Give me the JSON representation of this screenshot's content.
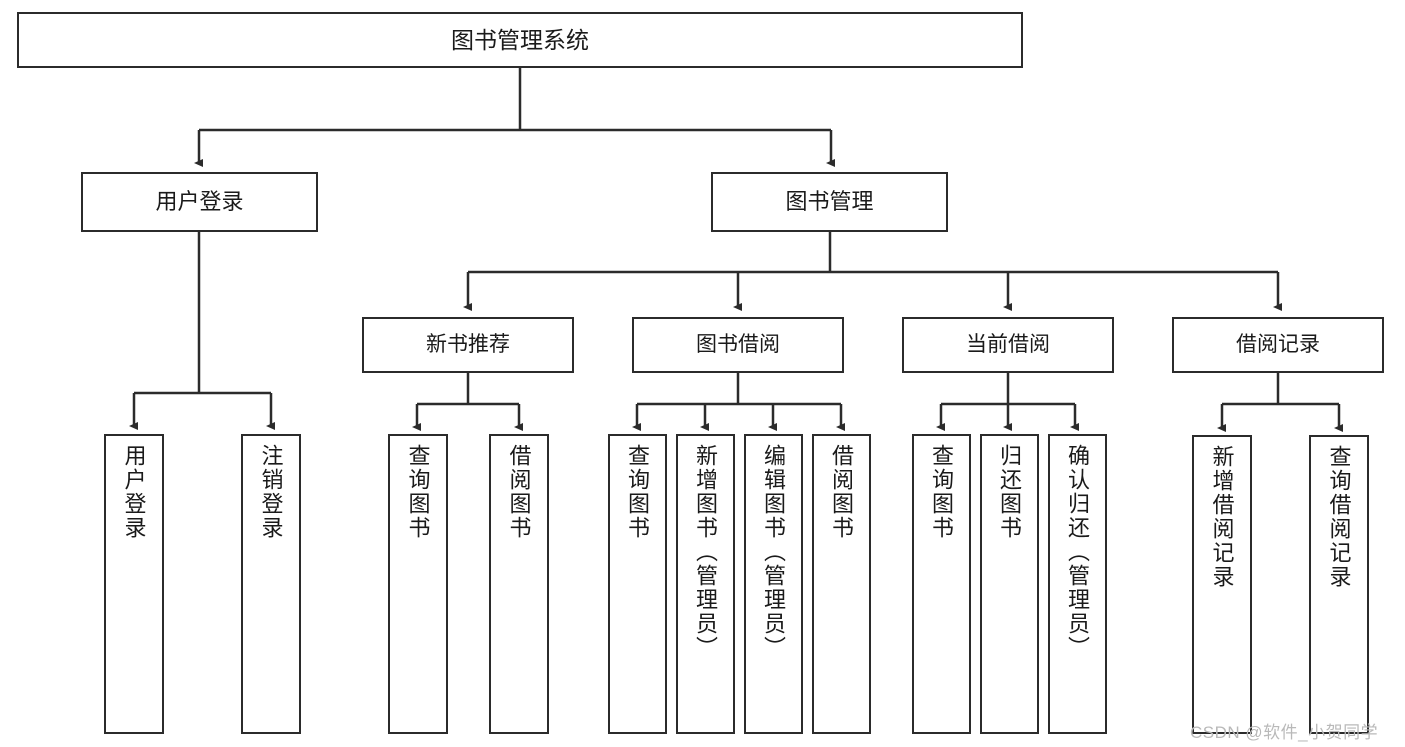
{
  "diagram": {
    "title": "图书管理系统",
    "type": "tree-hierarchy",
    "root": {
      "label": "图书管理系统"
    },
    "level1": [
      {
        "label": "用户登录"
      },
      {
        "label": "图书管理"
      }
    ],
    "level2": [
      {
        "label": "新书推荐"
      },
      {
        "label": "图书借阅"
      },
      {
        "label": "当前借阅"
      },
      {
        "label": "借阅记录"
      }
    ],
    "leaves": {
      "user_login": [
        {
          "label": "用户登录"
        },
        {
          "label": "注销登录"
        }
      ],
      "new_book_recommend": [
        {
          "label": "查询图书"
        },
        {
          "label": "借阅图书"
        }
      ],
      "book_borrow": [
        {
          "label": "查询图书"
        },
        {
          "label": "新增图书（管理员）"
        },
        {
          "label": "编辑图书（管理员）"
        },
        {
          "label": "借阅图书"
        }
      ],
      "current_borrow": [
        {
          "label": "查询图书"
        },
        {
          "label": "归还图书"
        },
        {
          "label": "确认归还（管理员）"
        }
      ],
      "borrow_record": [
        {
          "label": "新增借阅记录"
        },
        {
          "label": "查询借阅记录"
        }
      ]
    }
  },
  "watermark": {
    "text": "CSDN @软件_小贺同学"
  },
  "colors": {
    "stroke": "#2b2b2b",
    "background": "#ffffff",
    "text": "#1a1a1a",
    "watermark": "#b9b9b9"
  }
}
